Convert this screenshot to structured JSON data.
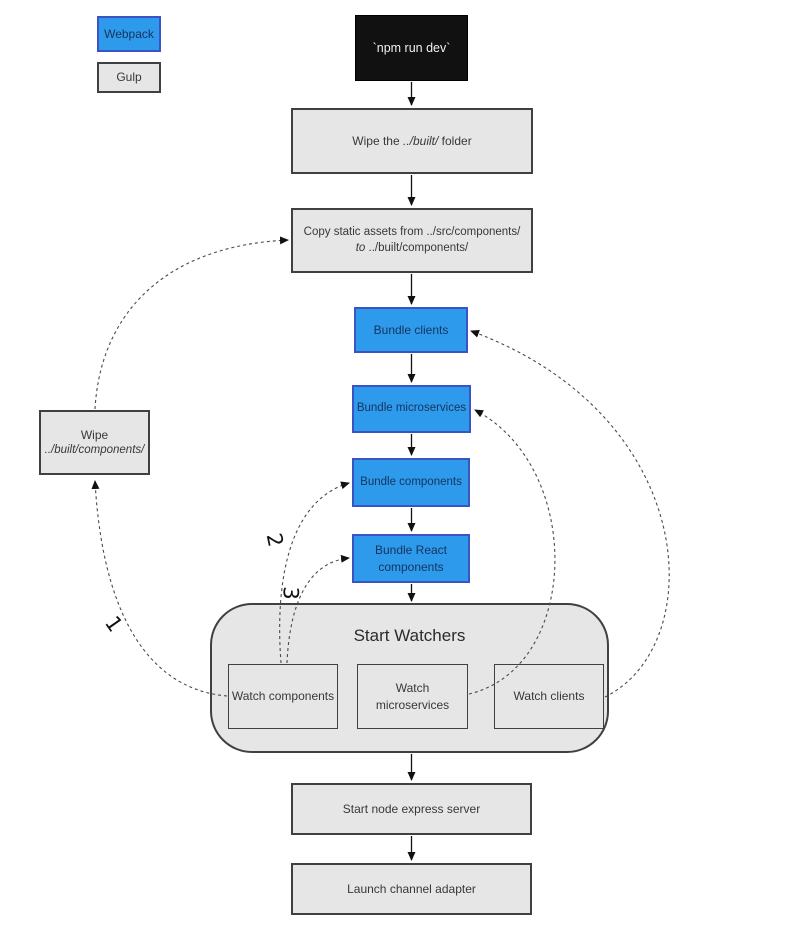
{
  "colors": {
    "webpack_fill": "#2E9AEC",
    "webpack_border": "#3A53C5",
    "webpack_text": "#14345C",
    "gulp_fill": "#E6E6E6",
    "gulp_border": "#404040",
    "terminal_fill": "#111111",
    "terminal_text": "#F0F0F0",
    "connector": "#111111",
    "dashed": "#4a4a4a"
  },
  "legend": {
    "webpack": "Webpack",
    "gulp": "Gulp"
  },
  "nodes": {
    "npm_run_dev": {
      "label": "`npm run dev`"
    },
    "wipe_built": {
      "pre": "Wipe the ",
      "em": "../built/",
      "post": " folder"
    },
    "copy_static": {
      "pre": "Copy static assets from ../src/components/ ",
      "em": "to",
      "post": " ../built/components/"
    },
    "bundle_clients": {
      "label": "Bundle clients"
    },
    "bundle_microservices": {
      "label": "Bundle microservices"
    },
    "bundle_components": {
      "label": "Bundle components"
    },
    "bundle_react": {
      "label": "Bundle React components"
    },
    "start_watchers": {
      "title": "Start Watchers"
    },
    "watch_components": {
      "label": "Watch components"
    },
    "watch_microservices": {
      "label": "Watch microservices"
    },
    "watch_clients": {
      "label": "Watch clients"
    },
    "wipe_components": {
      "line1": "Wipe",
      "em": "../built/components/"
    },
    "start_node_server": {
      "label": "Start node express server"
    },
    "launch_adapter": {
      "label": "Launch channel adapter"
    }
  },
  "edge_labels": {
    "one": "1",
    "two": "2",
    "three": "3"
  }
}
